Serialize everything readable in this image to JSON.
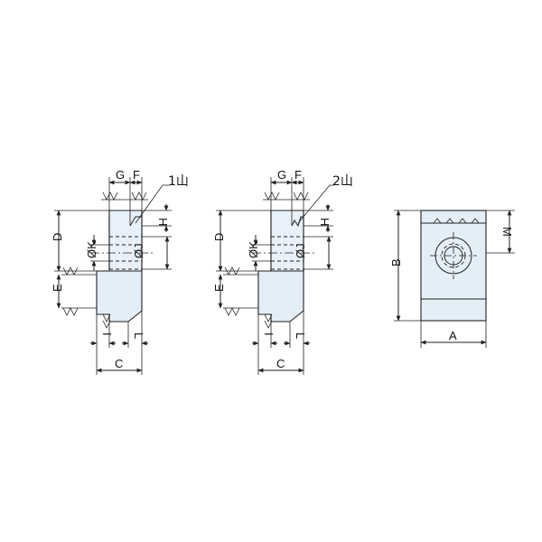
{
  "views": {
    "left": {
      "teeth_label": "1山",
      "dims": {
        "g": "G",
        "f": "F",
        "h": "H",
        "d": "D",
        "k": "ØK",
        "j": "ØJ",
        "e": "E",
        "i": "I",
        "l": "L",
        "c": "C"
      }
    },
    "middle": {
      "teeth_label": "2山",
      "dims": {
        "g": "G",
        "f": "F",
        "h": "H",
        "d": "D",
        "k": "ØK",
        "j": "ØJ",
        "e": "E",
        "i": "I",
        "l": "L",
        "c": "C"
      }
    },
    "right": {
      "dims": {
        "b": "B",
        "m": "M",
        "a": "A"
      }
    }
  }
}
